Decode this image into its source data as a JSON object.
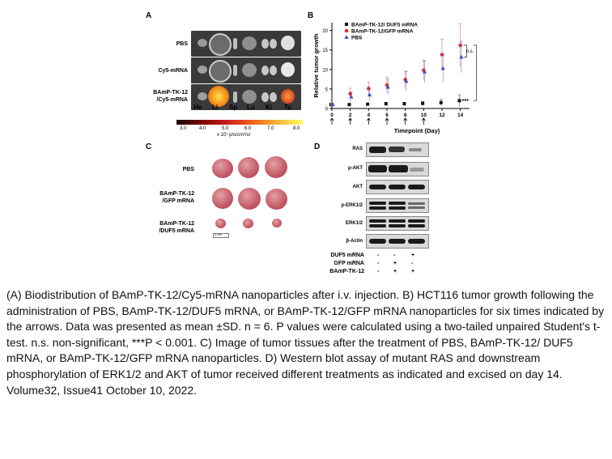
{
  "panels": {
    "A": "A",
    "B": "B",
    "C": "C",
    "D": "D"
  },
  "panelA": {
    "rows": [
      "PBS",
      "Cy5-mRNA",
      "BAmP-TK-12\n/Cy5-mRNA"
    ],
    "organs": [
      "He",
      "Li",
      "Sp",
      "Lu",
      "Ki",
      "Tu"
    ],
    "colorbar_ticks": [
      "3.0",
      "4.0",
      "5.0",
      "6.0",
      "7.0",
      "8.0"
    ],
    "colorbar_unit": "x 10⁷ p/s/cm²/sr"
  },
  "chart_data": {
    "type": "line",
    "x": [
      0,
      2,
      4,
      6,
      8,
      10,
      12,
      14
    ],
    "series": [
      {
        "name": "BAmP-TK-12/ DUF5 mRNA",
        "marker": "square",
        "color": "#111111",
        "values": [
          1.0,
          1.0,
          1.1,
          1.2,
          1.2,
          1.3,
          1.5,
          2.0
        ]
      },
      {
        "name": "BAmP-TK-12/GFP mRNA",
        "marker": "circle",
        "color": "#e0302a",
        "values": [
          1.0,
          3.8,
          5.1,
          6.0,
          7.4,
          9.8,
          13.8,
          16.2
        ]
      },
      {
        "name": "PBS",
        "marker": "triangle",
        "color": "#3b4fd0",
        "values": [
          1.0,
          3.0,
          3.5,
          5.5,
          7.0,
          9.4,
          10.3,
          13.2
        ]
      }
    ],
    "errors": [
      [
        0.2,
        0.3,
        0.3,
        0.4,
        0.4,
        0.5,
        0.8,
        1.5
      ],
      [
        0.3,
        1.4,
        1.7,
        2.0,
        2.2,
        2.6,
        4.0,
        5.5
      ],
      [
        0.3,
        1.2,
        1.5,
        2.0,
        2.5,
        2.8,
        3.5,
        4.0
      ]
    ],
    "xlabel": "Timepoint (Day)",
    "ylabel": "Relative tumor growth",
    "xlim": [
      0,
      15
    ],
    "ylim": [
      0,
      22
    ],
    "yticks": [
      0,
      5,
      10,
      15,
      20
    ],
    "xticks": [
      0,
      2,
      4,
      6,
      8,
      10,
      12,
      14
    ],
    "dose_days": [
      0,
      2,
      4,
      6,
      8,
      10
    ],
    "annotations": [
      "n.s.",
      "***"
    ],
    "legend_position": "top-right"
  },
  "panelC": {
    "rows": [
      "PBS",
      "BAmP-TK-12\n/GFP mRNA",
      "BAmP-TK-12\n/DUF5 mRNA"
    ],
    "scalebar": "1 cm"
  },
  "panelD": {
    "blots": [
      "RAS",
      "p-AKT",
      "AKT",
      "p-ERK1/2",
      "ERK1/2",
      "β-Actin"
    ],
    "conditions": [
      {
        "label": "DUF5 mRNA",
        "signs": [
          "-",
          "-",
          "+"
        ]
      },
      {
        "label": "GFP mRNA",
        "signs": [
          "-",
          "+",
          "-"
        ]
      },
      {
        "label": "BAmP-TK-12",
        "signs": [
          "-",
          "+",
          "+"
        ]
      }
    ]
  },
  "caption": "(A) Biodistribution of BAmP-TK-12/Cy5-mRNA nanoparticles after i.v. injection. B) HCT116 tumor growth following the administration of PBS, BAmP-TK-12/DUF5 mRNA, or BAmP-TK-12/GFP mRNA nanoparticles for six times indicated by the arrows. Data was presented as mean ±SD. n = 6. P values were calculated using a two-tailed unpaired Student's t-test. n.s. non-significant, ***P < 0.001. C) Image of tumor tissues after the treatment of PBS, BAmP-TK-12/ DUF5 mRNA, or BAmP-TK-12/GFP mRNA nanoparticles. D) Western blot assay of mutant RAS and downstream phosphorylation of ERK1/2 and AKT of tumor received different treatments as indicated and excised on day 14. Volume32, Issue41 October 10, 2022."
}
